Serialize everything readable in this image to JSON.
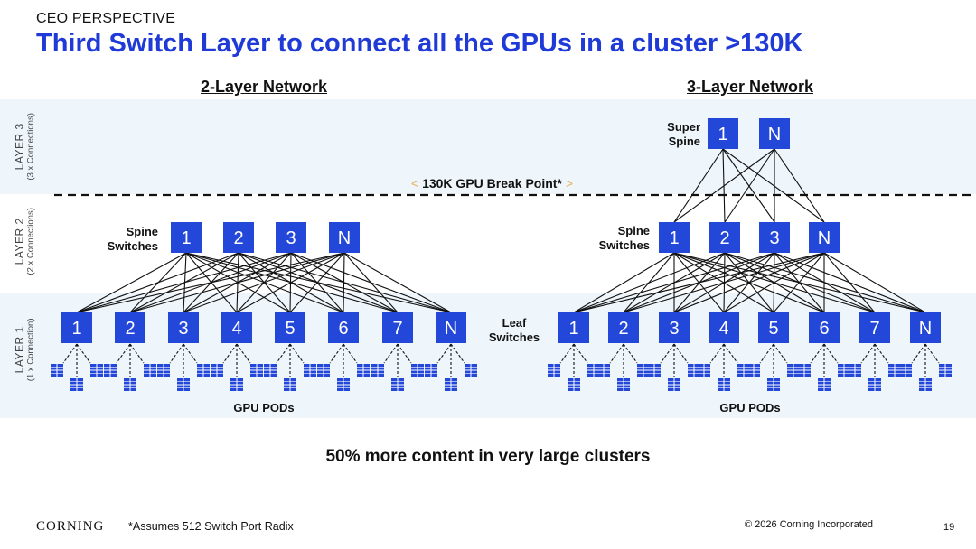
{
  "header": {
    "kicker": "CEO PERSPECTIVE",
    "title": "Third Switch Layer to connect all the GPUs in a cluster >130K"
  },
  "layers": [
    {
      "name": "LAYER 3",
      "detail": "(3 x Connections)"
    },
    {
      "name": "LAYER 2",
      "detail": "(2 x Connections)"
    },
    {
      "name": "LAYER 1",
      "detail": "(1 x Connection)"
    }
  ],
  "breakpoint": {
    "open": "<",
    "text": "130K GPU Break Point*",
    "close": ">"
  },
  "networks": [
    {
      "title": "2-Layer Network",
      "spine_label": [
        "Spine",
        "Switches"
      ],
      "spine_nodes": [
        "1",
        "2",
        "3",
        "N"
      ],
      "leaf_nodes": [
        "1",
        "2",
        "3",
        "4",
        "5",
        "6",
        "7",
        "N"
      ],
      "pods_label": "GPU PODs"
    },
    {
      "title": "3-Layer Network",
      "super_label": [
        "Super",
        "Spine"
      ],
      "super_nodes": [
        "1",
        "N"
      ],
      "spine_label": [
        "Spine",
        "Switches"
      ],
      "spine_nodes": [
        "1",
        "2",
        "3",
        "N"
      ],
      "leaf_nodes": [
        "1",
        "2",
        "3",
        "4",
        "5",
        "6",
        "7",
        "N"
      ],
      "pods_label": "GPU PODs"
    }
  ],
  "leaf_label": [
    "Leaf",
    "Switches"
  ],
  "summary": "50% more content in very large clusters",
  "footer": {
    "logo": "CORNING",
    "footnote": "*Assumes 512 Switch Port Radix",
    "copyright": "© 2026 Corning Incorporated",
    "page": "19"
  },
  "colors": {
    "title": "#1f3ad6",
    "node": "#2347d8",
    "band": "#eef5fb",
    "breakpoint_bracket": "#e4b45f"
  }
}
